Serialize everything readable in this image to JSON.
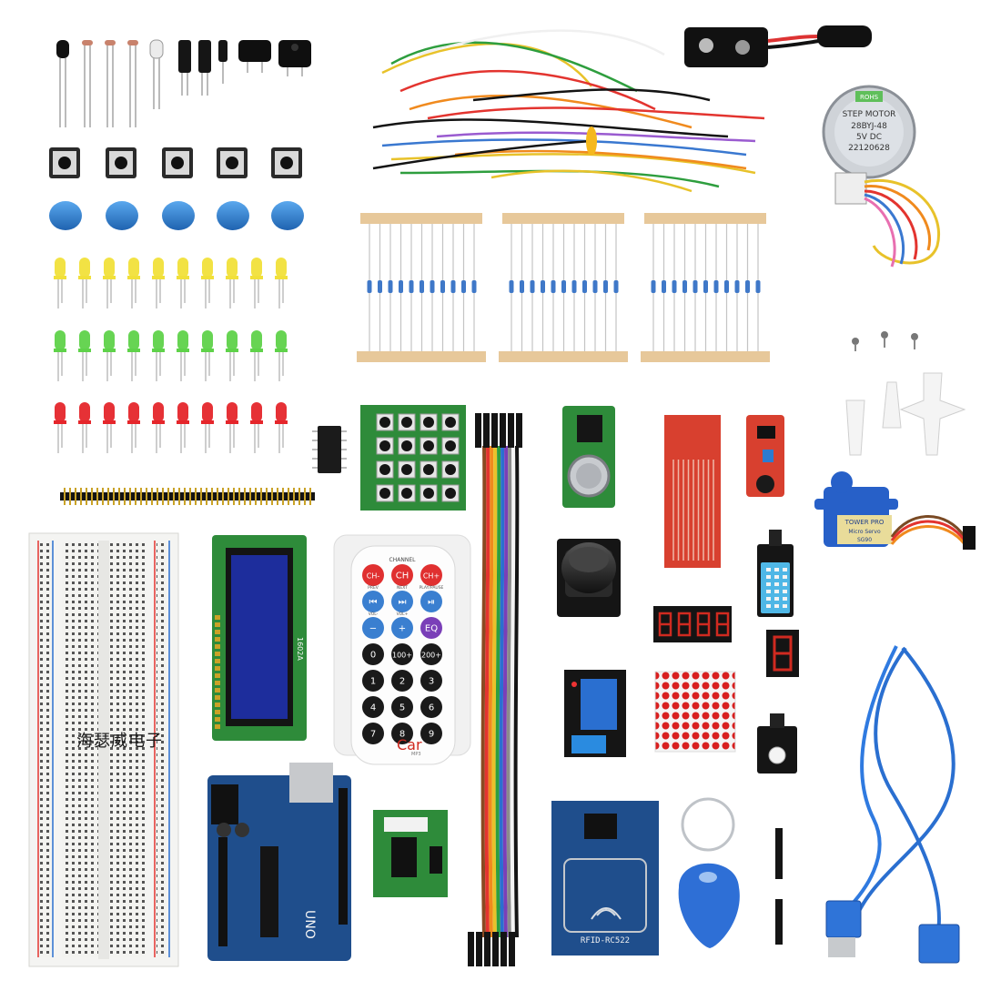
{
  "watermark": "海瑟威电子",
  "labels": {
    "stepper_line1": "STEP MOTOR",
    "stepper_line2": "28BYJ-48",
    "stepper_line3": "5V DC",
    "stepper_line4": "22120628",
    "stepper_badge": "ROHS",
    "lcd_model": "1602A",
    "keypad_header": "CHANNEL",
    "servo_brand": "TOWER PRO",
    "servo_model": "Micro Servo",
    "servo_code": "SG90",
    "rfid": "RFID-RC522",
    "uno": "UNO",
    "remote_brand": "Car",
    "remote_sub": "MP3"
  },
  "remote_keys": [
    {
      "label": "CH-",
      "color": "#e03030"
    },
    {
      "label": "CH",
      "color": "#e03030"
    },
    {
      "label": "CH+",
      "color": "#e03030"
    },
    {
      "label": "⏮",
      "color": "#3a7fd0"
    },
    {
      "label": "⏭",
      "color": "#3a7fd0"
    },
    {
      "label": "⏯",
      "color": "#3a7fd0"
    },
    {
      "label": "−",
      "color": "#3a7fd0"
    },
    {
      "label": "+",
      "color": "#3a7fd0"
    },
    {
      "label": "EQ",
      "color": "#7a3fb8"
    },
    {
      "label": "0",
      "color": "#1a1a1a"
    },
    {
      "label": "100+",
      "color": "#1a1a1a"
    },
    {
      "label": "200+",
      "color": "#1a1a1a"
    },
    {
      "label": "1",
      "color": "#1a1a1a"
    },
    {
      "label": "2",
      "color": "#1a1a1a"
    },
    {
      "label": "3",
      "color": "#1a1a1a"
    },
    {
      "label": "4",
      "color": "#1a1a1a"
    },
    {
      "label": "5",
      "color": "#1a1a1a"
    },
    {
      "label": "6",
      "color": "#1a1a1a"
    },
    {
      "label": "7",
      "color": "#1a1a1a"
    },
    {
      "label": "8",
      "color": "#1a1a1a"
    },
    {
      "label": "9",
      "color": "#1a1a1a"
    }
  ],
  "remote_sublabels": [
    "CHANNEL",
    "",
    "",
    "PREV",
    "NEXT",
    "PLAY/PAUSE",
    "VOL-",
    "VOL+",
    ""
  ],
  "colors": {
    "pcb_blue": "#1f4e8c",
    "pcb_green": "#2e8b3a",
    "pcb_red": "#d83a2a",
    "led_yellow": "#f1e03a",
    "led_green": "#5fd24a",
    "led_red": "#e5262b",
    "cap_blue": "#2e86d6",
    "resistor_tape": "#e7c89a",
    "usb_cable": "#2a6fd0"
  }
}
